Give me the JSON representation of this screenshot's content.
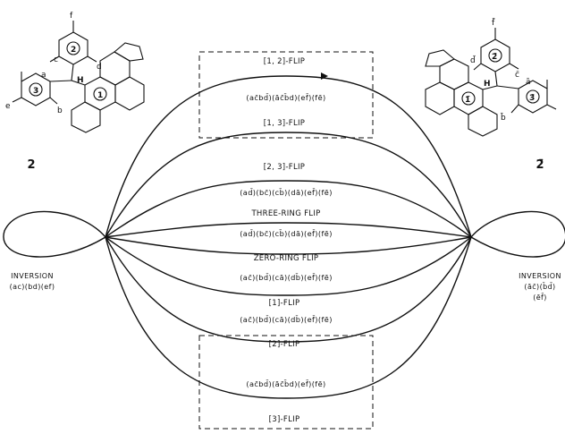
{
  "compounds": {
    "left_number": "2",
    "right_number": "2̄",
    "left_labels": {
      "a": "a",
      "b": "b",
      "c": "c",
      "d": "d",
      "e": "e",
      "f": "f",
      "H": "H",
      "r1": "1",
      "r2": "2",
      "r3": "3"
    },
    "right_labels": {
      "a": "ā",
      "b": "b̄",
      "c": "c̄",
      "d": "d̄",
      "f": "f̄",
      "H": "H",
      "r1": "1̄",
      "r2": "2̄",
      "r3": "3̄"
    }
  },
  "inversion": {
    "left_label": "INVERSION",
    "left_perm": "(ac)(bd)(ef)",
    "right_label": "INVERSION",
    "right_perm": "(āc̄)(b̄d̄)(ēf̄)"
  },
  "paths": [
    {
      "label": "[1, 2]-FLIP",
      "perm": "(ac̄bd̄)(āc̄b̄d)(ef̄)(fē)"
    },
    {
      "label": "[1, 3]-FLIP",
      "perm": ""
    },
    {
      "label": "[2, 3]-FLIP",
      "perm": "(ad̄)(bc̄)(cb̄)(dā)(ef̄)(fē)"
    },
    {
      "label": "THREE-RING FLIP",
      "perm": "(ad̄)(bc̄)(cb̄)(dā)(ef̄)(fē)"
    },
    {
      "label": "ZERO-RING FLIP",
      "perm": "(ac̄)(bd̄)(cā)(db̄)(ef̄)(fē)"
    },
    {
      "label": "[1]-FLIP",
      "perm": "(ac̄)(bd̄)(cā)(db̄)(ef̄)(fē)"
    },
    {
      "label": "[2]-FLIP",
      "perm": "(ac̄bd̄)(āc̄b̄d)(ef̄)(fē)"
    },
    {
      "label": "[3]-FLIP",
      "perm": ""
    }
  ]
}
